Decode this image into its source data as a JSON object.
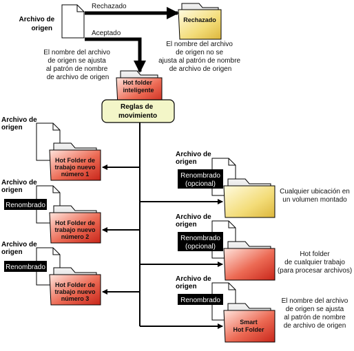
{
  "source_label": "Archivo de origen",
  "rejected_arrow_label": "Rechazado",
  "accepted_arrow_label": "Aceptado",
  "rejected_folder_label": "Rechazado",
  "rejected_note": "El nombre del archivo de origen no se ajusta al patrón de nombre de archivo de origen",
  "accepted_note": "El nombre del archivo de origen se ajusta al patrón de nombre de archivo de origen",
  "smart_folder_label": "Hot folder inteligente",
  "rules_label": "Reglas de movimiento",
  "left_branches": [
    {
      "file_label": "Archivo de origen",
      "rename_tag": "",
      "folder_label": "Hot Folder de trabajo nuevo número 1"
    },
    {
      "file_label": "Archivo de origen",
      "rename_tag": "Renombrado",
      "folder_label": "Hot Folder de trabajo nuevo número 2"
    },
    {
      "file_label": "Archivo de origen",
      "rename_tag": "Renombrado",
      "folder_label": "Hot Folder de trabajo nuevo número 3"
    }
  ],
  "right_branches": [
    {
      "file_label": "Archivo de origen",
      "rename_tag": "Renombrado (opcional)",
      "folder_label": "",
      "note": "Cualquier ubicación en un volumen montado"
    },
    {
      "file_label": "Archivo de origen",
      "rename_tag": "Renombrado (opcional)",
      "folder_label": "",
      "note": "Hot folder de cualquier trabajo (para procesar archivos)"
    },
    {
      "file_label": "Archivo de origen",
      "rename_tag": "Renombrado",
      "folder_label": "Smart Hot Folder",
      "note": "El nombre del archivo de origen se ajusta al patrón de nombre de archivo de origen"
    }
  ],
  "colors": {
    "red_folder": "#e03a2a",
    "yellow_folder": "#f0d86a",
    "rules_box": "#f3f6c8",
    "tag_bg": "#000000",
    "arrow": "#000000"
  }
}
